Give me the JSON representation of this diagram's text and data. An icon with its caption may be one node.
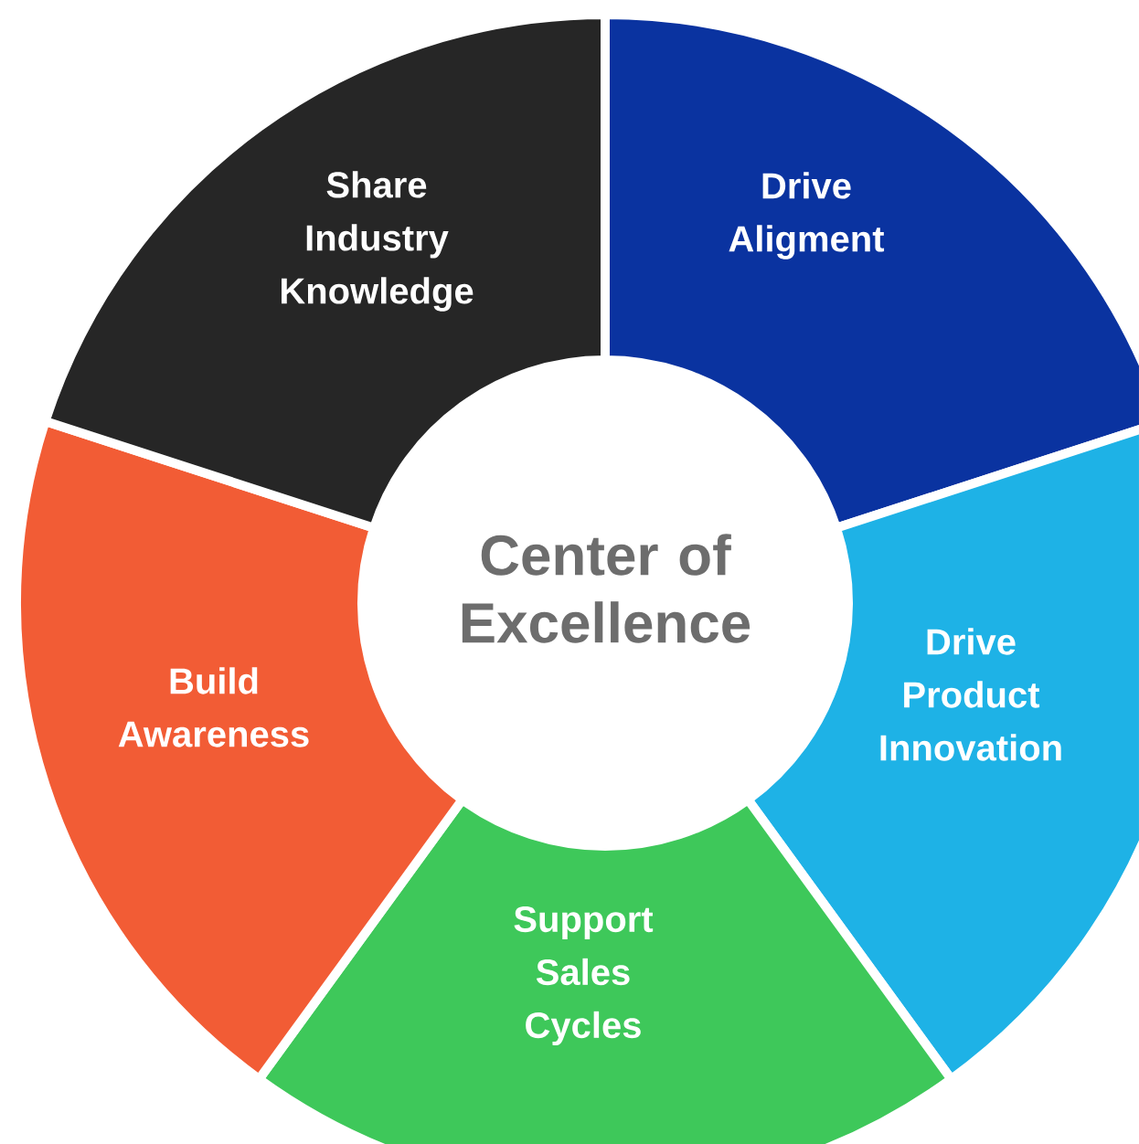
{
  "diagram": {
    "nodes": [
      {
        "text": [
          "Center of Excellence"
        ]
      },
      {
        "text": [
          "Drive Aligment"
        ]
      },
      {
        "text": [
          "Drive Product Innovation"
        ]
      },
      {
        "text": [
          "Support Sales Cycles"
        ]
      },
      {
        "text": [
          "Build Awareness"
        ]
      },
      {
        "text": [
          "Share Industry Knowledge"
        ]
      }
    ]
  }
}
